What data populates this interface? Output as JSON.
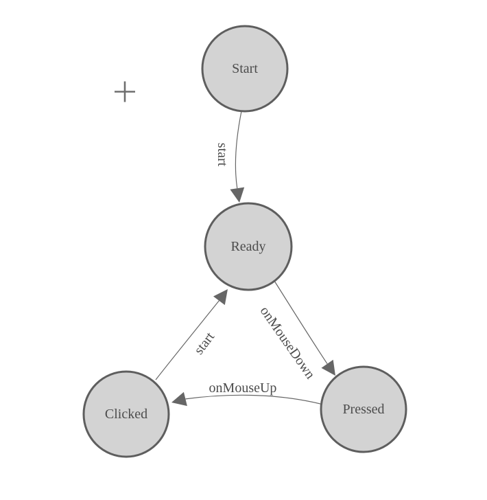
{
  "colors": {
    "background": "#ffffff",
    "node_fill": "#d3d3d3",
    "node_stroke": "#5e5e5e",
    "edge_stroke": "#666666",
    "text": "#4c4c4c",
    "crosshair": "#6e6e6e"
  },
  "nodes": [
    {
      "id": "start",
      "label": "Start"
    },
    {
      "id": "ready",
      "label": "Ready"
    },
    {
      "id": "clicked",
      "label": "Clicked"
    },
    {
      "id": "pressed",
      "label": "Pressed"
    }
  ],
  "edges": [
    {
      "from": "Start",
      "to": "Ready",
      "label": "start"
    },
    {
      "from": "Clicked",
      "to": "Ready",
      "label": "start"
    },
    {
      "from": "Ready",
      "to": "Pressed",
      "label": "onMouseDown"
    },
    {
      "from": "Pressed",
      "to": "Clicked",
      "label": "onMouseUp"
    }
  ],
  "cursor": {
    "icon": "plus-crosshair"
  }
}
